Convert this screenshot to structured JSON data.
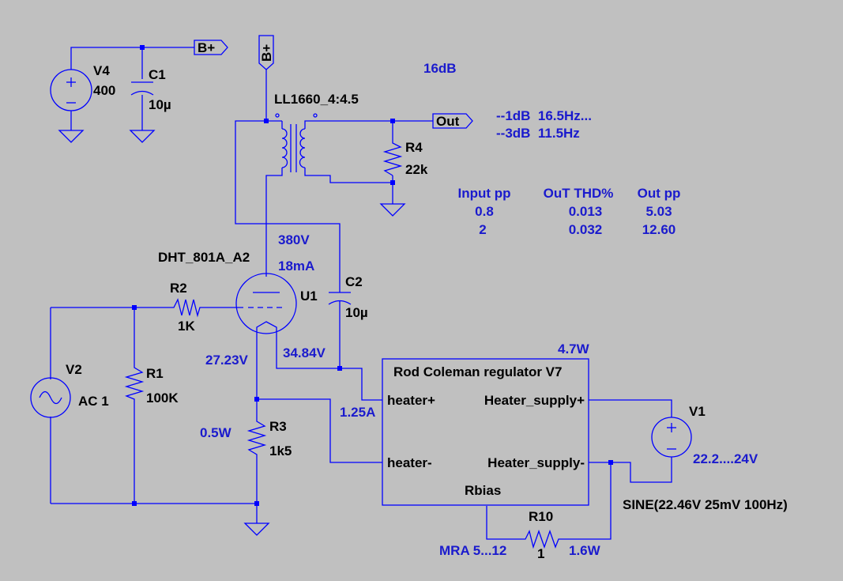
{
  "colors": {
    "background": "#c0c0c0",
    "wire": "#0000ff",
    "label": "#000000",
    "annotation": "#1a1acd"
  },
  "ports": {
    "bplus_top": "B+",
    "bplus_vertical": "B+",
    "out": "Out"
  },
  "components": {
    "v4": {
      "name": "V4",
      "value": "400"
    },
    "c1": {
      "name": "C1",
      "value": "10µ"
    },
    "transformer": {
      "name": "LL1660_4:4.5"
    },
    "r4": {
      "name": "R4",
      "value": "22k"
    },
    "tube": {
      "model": "DHT_801A_A2",
      "name": "U1"
    },
    "r2": {
      "name": "R2",
      "value": "1K"
    },
    "c2": {
      "name": "C2",
      "value": "10µ"
    },
    "v2": {
      "name": "V2",
      "value": "AC 1"
    },
    "r1": {
      "name": "R1",
      "value": "100K"
    },
    "r3": {
      "name": "R3",
      "value": "1k5"
    },
    "regulator": {
      "title": "Rod Coleman regulator V7",
      "heater_plus": "heater+",
      "heater_minus": "heater-",
      "supply_plus": "Heater_supply+",
      "supply_minus": "Heater_supply-",
      "rbias": "Rbias"
    },
    "v1": {
      "name": "V1",
      "value": "SINE(22.46V 25mV 100Hz)"
    },
    "r10": {
      "name": "R10",
      "value": "1"
    }
  },
  "annotations": {
    "gain": "16dB",
    "bw_1db": "--1dB  16.5Hz...",
    "bw_3db": "--3dB  11.5Hz",
    "anode_v": "380V",
    "anode_i": "18mA",
    "cathode_v": "27.23V",
    "filament_v": "34.84V",
    "heater_i": "1.25A",
    "r3_power": "0.5W",
    "reg_power": "4.7W",
    "supply_range": "22.2....24V",
    "r10_type": "MRA 5...12",
    "r10_power": "1.6W"
  },
  "table": {
    "headers": [
      "Input pp",
      "OuT THD%",
      "Out pp"
    ],
    "rows": [
      [
        "0.8",
        "0.013",
        "5.03"
      ],
      [
        "2",
        "0.032",
        "12.60"
      ]
    ]
  }
}
